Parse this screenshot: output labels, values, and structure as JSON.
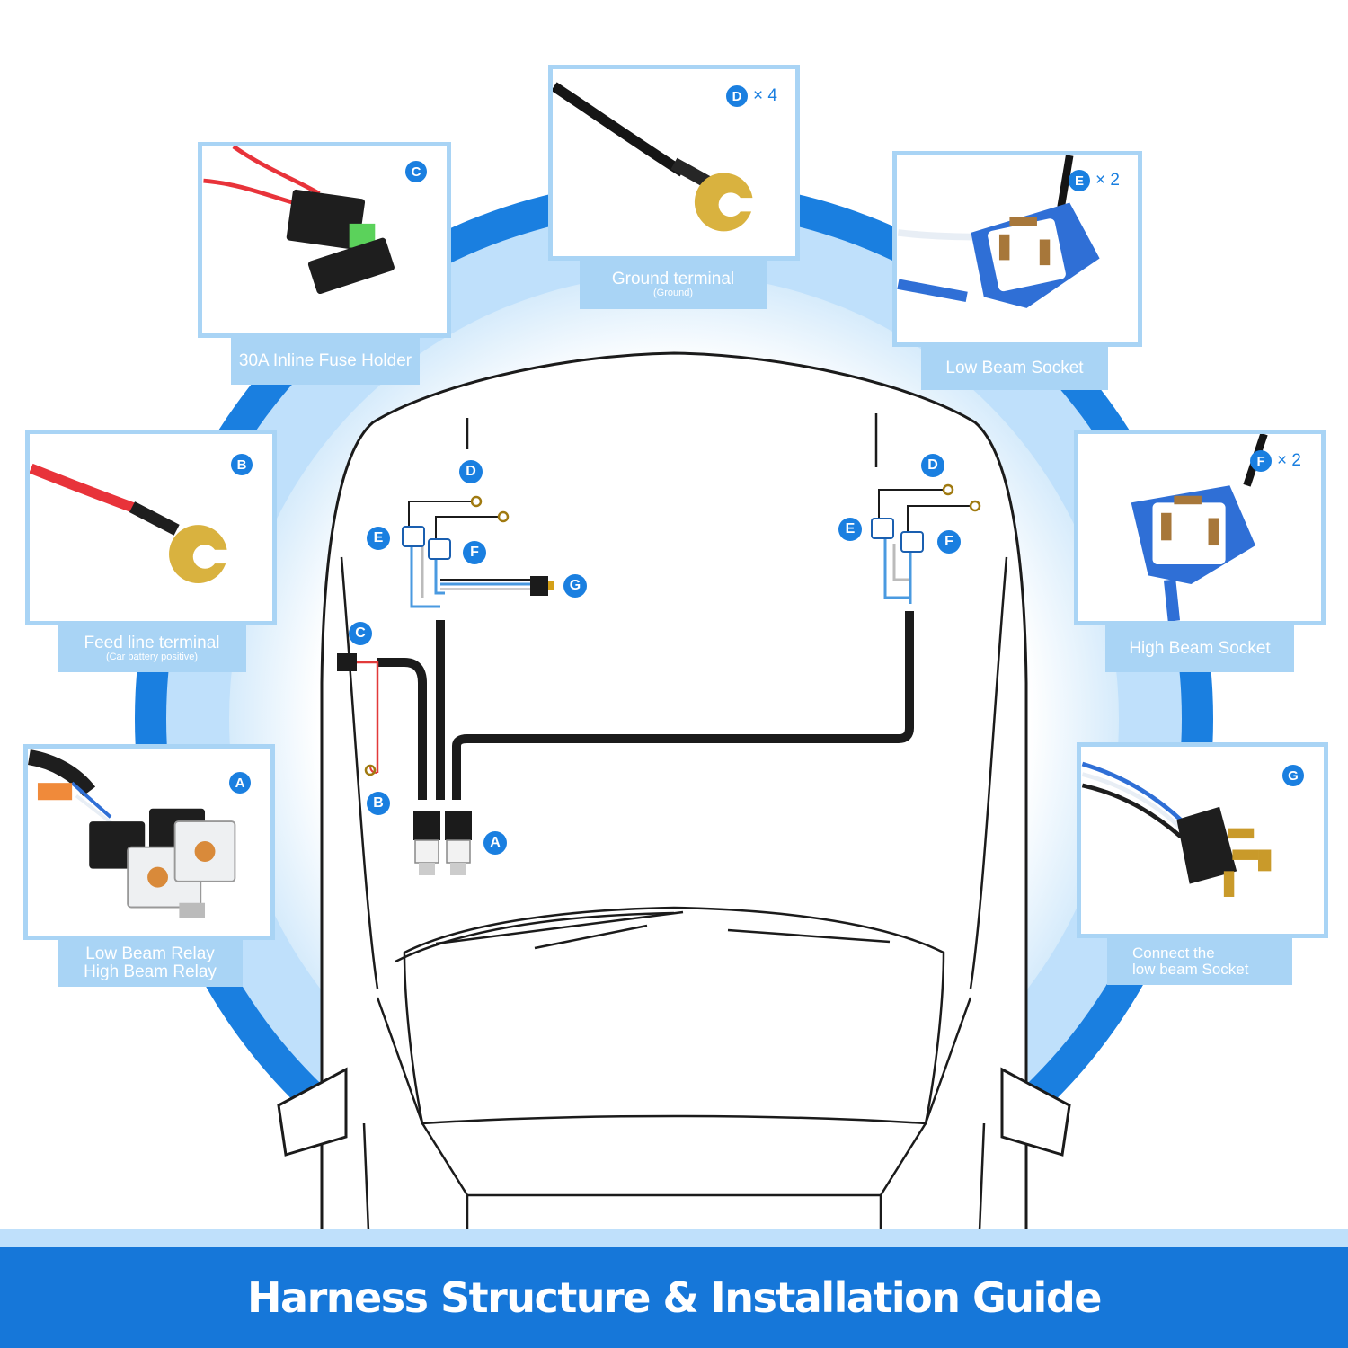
{
  "title": "Harness Structure & Installation Guide",
  "colors": {
    "ring_blue": "#1a7fe0",
    "light_blue": "#a9d4f5",
    "footer_blue": "#1677d9"
  },
  "components": [
    {
      "id": "C",
      "badge": "C",
      "qty": "",
      "caption": "30A Inline Fuse Holder",
      "subcaption": ""
    },
    {
      "id": "D",
      "badge": "D",
      "qty": "× 4",
      "caption": "Ground terminal",
      "subcaption": "(Ground)"
    },
    {
      "id": "E",
      "badge": "E",
      "qty": "× 2",
      "caption": "Low Beam Socket",
      "subcaption": ""
    },
    {
      "id": "B",
      "badge": "B",
      "qty": "",
      "caption": "Feed line terminal",
      "subcaption": "(Car battery positive)"
    },
    {
      "id": "F",
      "badge": "F",
      "qty": "× 2",
      "caption": "High Beam Socket",
      "subcaption": ""
    },
    {
      "id": "A",
      "badge": "A",
      "qty": "",
      "caption": "Low Beam Relay",
      "caption2": "High Beam Relay"
    },
    {
      "id": "G",
      "badge": "G",
      "qty": "",
      "caption": "Connect the",
      "caption2": "low beam Socket"
    }
  ],
  "car_labels": [
    "D",
    "E",
    "F",
    "G",
    "C",
    "B",
    "A",
    "D",
    "E",
    "F"
  ]
}
